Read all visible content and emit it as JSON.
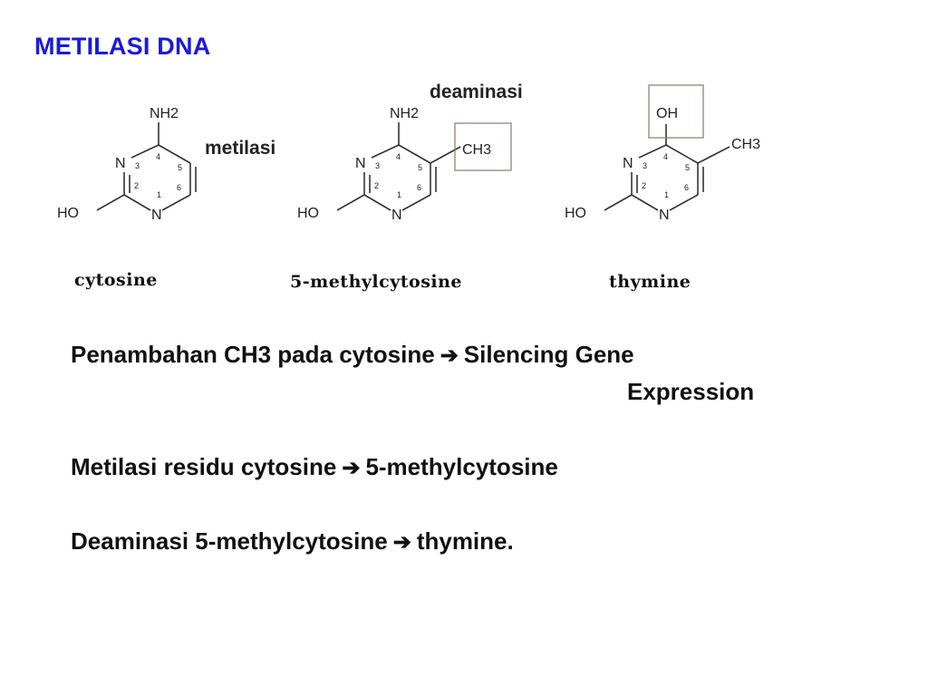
{
  "slide": {
    "title": "METILASI DNA",
    "title_color": "#1a1adb",
    "annotations": {
      "metilasi": "metilasi",
      "deaminasi": "deaminasi"
    },
    "structures": [
      {
        "name": "cytosine",
        "top_group": "NH2",
        "side_group": "",
        "left_group": "HO"
      },
      {
        "name": "5-methylcytosine",
        "top_group": "NH2",
        "side_group": "CH3",
        "left_group": "HO"
      },
      {
        "name": "thymine",
        "top_group": "OH",
        "side_group": "CH3",
        "left_group": "HO"
      }
    ],
    "ring_atoms": {
      "n3": "N",
      "n1": "N"
    },
    "ring_numbers": [
      "3",
      "4",
      "5",
      "2",
      "1",
      "6"
    ],
    "lines": [
      {
        "left": "Penambahan CH3 pada cytosine",
        "arrow_icon": "right-arrow-icon",
        "right": "Silencing Gene",
        "continuation": "Expression"
      },
      {
        "left": "Metilasi residu cytosine",
        "arrow_icon": "right-arrow-icon",
        "right": "5-methylcytosine"
      },
      {
        "left": "Deaminasi 5-methylcytosine",
        "arrow_icon": "right-arrow-icon",
        "right": "thymine."
      }
    ]
  }
}
